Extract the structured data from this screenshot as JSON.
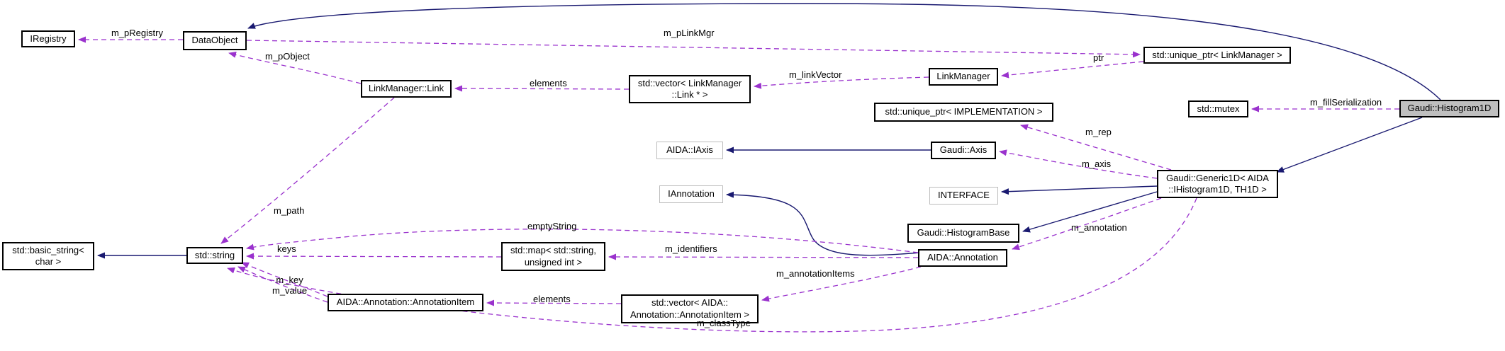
{
  "diagram": {
    "main_node": "Gaudi::Histogram1D",
    "colors": {
      "inheritance_edge": "#191970",
      "usage_edge": "#9a32cd",
      "main_node_fill": "#bfbfbf",
      "node_border": "#000000",
      "external_node_border": "#bcbcbc",
      "background": "#ffffff"
    },
    "nodes": [
      {
        "id": "iregistry",
        "label": "IRegistry",
        "style": "normal"
      },
      {
        "id": "dataobject",
        "label": "DataObject",
        "style": "normal"
      },
      {
        "id": "linkmanager-link",
        "label": "LinkManager::Link",
        "style": "normal"
      },
      {
        "id": "vector-linkmanager-link",
        "label": "std::vector< LinkManager\n::Link * >",
        "style": "normal"
      },
      {
        "id": "linkmanager",
        "label": "LinkManager",
        "style": "normal"
      },
      {
        "id": "unique-ptr-linkmanager",
        "label": "std::unique_ptr< LinkManager >",
        "style": "normal"
      },
      {
        "id": "std-mutex",
        "label": "std::mutex",
        "style": "normal"
      },
      {
        "id": "gaudi-histogram1d",
        "label": "Gaudi::Histogram1D",
        "style": "main"
      },
      {
        "id": "unique-ptr-implementation",
        "label": "std::unique_ptr< IMPLEMENTATION >",
        "style": "normal"
      },
      {
        "id": "aida-iaxis",
        "label": "AIDA::IAxis",
        "style": "external"
      },
      {
        "id": "gaudi-axis",
        "label": "Gaudi::Axis",
        "style": "normal"
      },
      {
        "id": "iannotation",
        "label": "IAnnotation",
        "style": "external"
      },
      {
        "id": "interface",
        "label": "INTERFACE",
        "style": "external"
      },
      {
        "id": "gaudi-histogrambase",
        "label": "Gaudi::HistogramBase",
        "style": "normal"
      },
      {
        "id": "gaudi-generic1d",
        "label": "Gaudi::Generic1D< AIDA\n::IHistogram1D, TH1D >",
        "style": "normal"
      },
      {
        "id": "basic-string-char",
        "label": "std::basic_string<\nchar >",
        "style": "normal"
      },
      {
        "id": "std-string",
        "label": "std::string",
        "style": "normal"
      },
      {
        "id": "map-string-uint",
        "label": "std::map< std::string,\nunsigned int >",
        "style": "normal"
      },
      {
        "id": "aida-annotation",
        "label": "AIDA::Annotation",
        "style": "normal"
      },
      {
        "id": "annotation-item",
        "label": "AIDA::Annotation::AnnotationItem",
        "style": "normal"
      },
      {
        "id": "vector-annotation-item",
        "label": "std::vector< AIDA::\nAnnotation::AnnotationItem >",
        "style": "normal"
      }
    ],
    "edge_labels": [
      {
        "id": "m_pRegistry",
        "text": "m_pRegistry"
      },
      {
        "id": "m_pLinkMgr",
        "text": "m_pLinkMgr"
      },
      {
        "id": "m_pObject",
        "text": "m_pObject"
      },
      {
        "id": "elements_top",
        "text": "elements"
      },
      {
        "id": "m_linkVector",
        "text": "m_linkVector"
      },
      {
        "id": "ptr",
        "text": "ptr"
      },
      {
        "id": "m_fillSerialization",
        "text": "m_fillSerialization"
      },
      {
        "id": "m_rep",
        "text": "m_rep"
      },
      {
        "id": "m_axis",
        "text": "m_axis"
      },
      {
        "id": "m_annotation",
        "text": "m_annotation"
      },
      {
        "id": "m_path",
        "text": "m_path"
      },
      {
        "id": "emptyString",
        "text": "emptyString"
      },
      {
        "id": "keys",
        "text": "keys"
      },
      {
        "id": "m_identifiers",
        "text": "m_identifiers"
      },
      {
        "id": "m_annotationItems",
        "text": "m_annotationItems"
      },
      {
        "id": "elements_bottom",
        "text": "elements"
      },
      {
        "id": "m_key_m_value",
        "text": "m_key\nm_value"
      },
      {
        "id": "m_classType",
        "text": "m_classType"
      }
    ],
    "edges": [
      {
        "from": "Gaudi::Histogram1D",
        "to": "DataObject",
        "type": "inheritance"
      },
      {
        "from": "Gaudi::Histogram1D",
        "to": "Gaudi::Generic1D< AIDA::IHistogram1D, TH1D >",
        "type": "inheritance"
      },
      {
        "from": "Gaudi::Generic1D< AIDA::IHistogram1D, TH1D >",
        "to": "INTERFACE",
        "type": "inheritance"
      },
      {
        "from": "Gaudi::Generic1D< AIDA::IHistogram1D, TH1D >",
        "to": "Gaudi::HistogramBase",
        "type": "inheritance"
      },
      {
        "from": "Gaudi::Axis",
        "to": "AIDA::IAxis",
        "type": "inheritance"
      },
      {
        "from": "AIDA::Annotation",
        "to": "IAnnotation",
        "type": "inheritance"
      },
      {
        "from": "std::string",
        "to": "std::basic_string< char >",
        "type": "inheritance"
      },
      {
        "from": "DataObject",
        "to": "IRegistry",
        "type": "usage",
        "label": "m_pRegistry"
      },
      {
        "from": "DataObject",
        "to": "std::unique_ptr< LinkManager >",
        "type": "usage",
        "label": "m_pLinkMgr"
      },
      {
        "from": "LinkManager::Link",
        "to": "DataObject",
        "type": "usage",
        "label": "m_pObject"
      },
      {
        "from": "std::vector< LinkManager::Link * >",
        "to": "LinkManager::Link",
        "type": "usage",
        "label": "elements"
      },
      {
        "from": "LinkManager",
        "to": "std::vector< LinkManager::Link * >",
        "type": "usage",
        "label": "m_linkVector"
      },
      {
        "from": "std::unique_ptr< LinkManager >",
        "to": "LinkManager",
        "type": "usage",
        "label": "ptr"
      },
      {
        "from": "Gaudi::Histogram1D",
        "to": "std::mutex",
        "type": "usage",
        "label": "m_fillSerialization"
      },
      {
        "from": "Gaudi::Generic1D< AIDA::IHistogram1D, TH1D >",
        "to": "std::unique_ptr< IMPLEMENTATION >",
        "type": "usage",
        "label": "m_rep"
      },
      {
        "from": "Gaudi::Generic1D< AIDA::IHistogram1D, TH1D >",
        "to": "Gaudi::Axis",
        "type": "usage",
        "label": "m_axis"
      },
      {
        "from": "Gaudi::Generic1D< AIDA::IHistogram1D, TH1D >",
        "to": "AIDA::Annotation",
        "type": "usage",
        "label": "m_annotation"
      },
      {
        "from": "LinkManager::Link",
        "to": "std::string",
        "type": "usage",
        "label": "m_path"
      },
      {
        "from": "AIDA::Annotation",
        "to": "std::string",
        "type": "usage",
        "label": "emptyString"
      },
      {
        "from": "std::map< std::string, unsigned int >",
        "to": "std::string",
        "type": "usage",
        "label": "keys"
      },
      {
        "from": "AIDA::Annotation",
        "to": "std::map< std::string, unsigned int >",
        "type": "usage",
        "label": "m_identifiers"
      },
      {
        "from": "AIDA::Annotation",
        "to": "std::vector< AIDA::Annotation::AnnotationItem >",
        "type": "usage",
        "label": "m_annotationItems"
      },
      {
        "from": "std::vector< AIDA::Annotation::AnnotationItem >",
        "to": "AIDA::Annotation::AnnotationItem",
        "type": "usage",
        "label": "elements"
      },
      {
        "from": "AIDA::Annotation::AnnotationItem",
        "to": "std::string",
        "type": "usage",
        "label": "m_key / m_value"
      },
      {
        "from": "Gaudi::Generic1D< AIDA::IHistogram1D, TH1D >",
        "to": "std::string",
        "type": "usage",
        "label": "m_classType"
      }
    ]
  }
}
